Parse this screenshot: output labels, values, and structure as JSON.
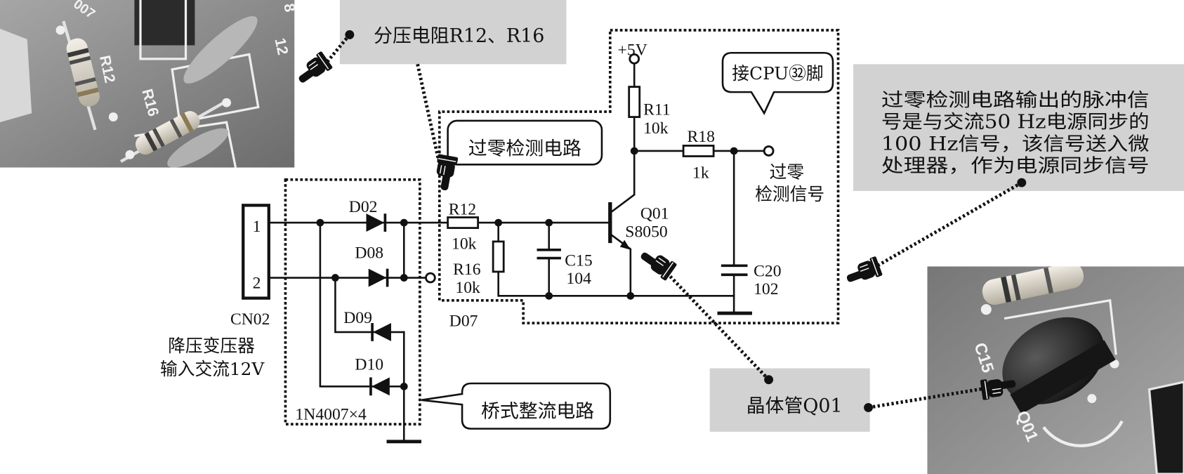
{
  "callouts": {
    "divider_resistors": "分压电阻R12、R16",
    "zero_cross_circuit": "过零检测电路",
    "cpu_pin": "接CPU㉜脚",
    "output_description": [
      "过零检测电路输出的脉冲信",
      "号是与交流50 Hz电源同步的",
      "100 Hz信号，该信号送入微",
      "处理器，作为电源同步信号"
    ],
    "transistor": "晶体管Q01",
    "bridge_rectifier": "桥式整流电路"
  },
  "schematic": {
    "supply": "+5V",
    "r11": {
      "ref": "R11",
      "value": "10k"
    },
    "r18": {
      "ref": "R18",
      "value": "1k"
    },
    "output_label": [
      "过零",
      "检测信号"
    ],
    "q01": {
      "ref": "Q01",
      "part": "S8050"
    },
    "c20": {
      "ref": "C20",
      "value": "102"
    },
    "c15": {
      "ref": "C15",
      "value": "104"
    },
    "r12": {
      "ref": "R12",
      "value": "10k"
    },
    "r16": {
      "ref": "R16",
      "value": "10k"
    },
    "diodes": {
      "d02": "D02",
      "d08": "D08",
      "d09": "D09",
      "d10": "D10",
      "d07": "D07"
    },
    "bridge_part": "1N4007×4",
    "connector": {
      "ref": "CN02",
      "pin1": "1",
      "pin2": "2"
    },
    "input_label": [
      "降压变压器",
      "输入交流12V"
    ]
  },
  "photos": {
    "resistor_board": {
      "r12": "R12",
      "r16": "R16",
      "silk_007": "007",
      "silk_8": "8",
      "silk_12": "12"
    },
    "transistor_board": {
      "c15": "C15",
      "q01": "Q01"
    }
  },
  "icons": {
    "pointer": "pointing-hand-icon"
  },
  "colors": {
    "callout_gray": "#d2d2d2",
    "ink": "#111111"
  }
}
